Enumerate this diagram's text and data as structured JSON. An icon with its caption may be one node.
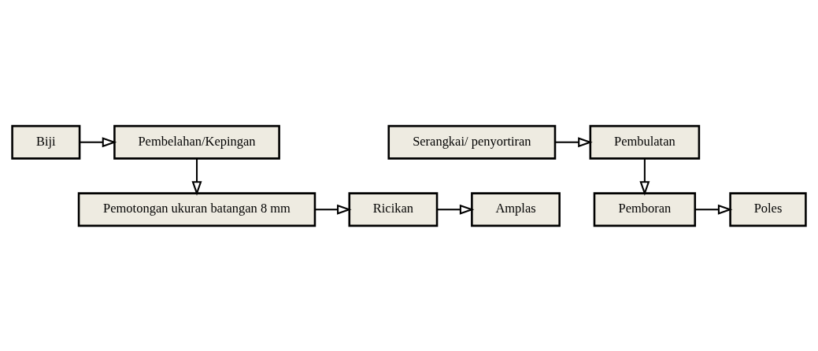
{
  "diagram": {
    "nodes": [
      {
        "text": [
          "Biji"
        ]
      },
      {
        "text": [
          "Pembelahan/Kepingan"
        ]
      },
      {
        "text": [
          "Pemotongan ukuran batangan 8 mm"
        ]
      },
      {
        "text": [
          "Ricikan"
        ]
      },
      {
        "text": [
          "Amplas"
        ]
      },
      {
        "text": [
          "Serangkai/ penyortiran"
        ]
      },
      {
        "text": [
          "Pembulatan"
        ]
      },
      {
        "text": [
          "Pemboran"
        ]
      },
      {
        "text": [
          "Poles"
        ]
      }
    ],
    "edges": [
      {
        "from": 0,
        "to": 1,
        "arrow": "to"
      },
      {
        "from": 1,
        "to": 2,
        "arrow": "to"
      },
      {
        "from": 2,
        "to": 3,
        "arrow": "to"
      },
      {
        "from": 3,
        "to": 4,
        "arrow": "to"
      },
      {
        "from": 5,
        "to": 6,
        "arrow": "to"
      },
      {
        "from": 6,
        "to": 7,
        "arrow": "to"
      },
      {
        "from": 7,
        "to": 8,
        "arrow": "to"
      }
    ]
  }
}
